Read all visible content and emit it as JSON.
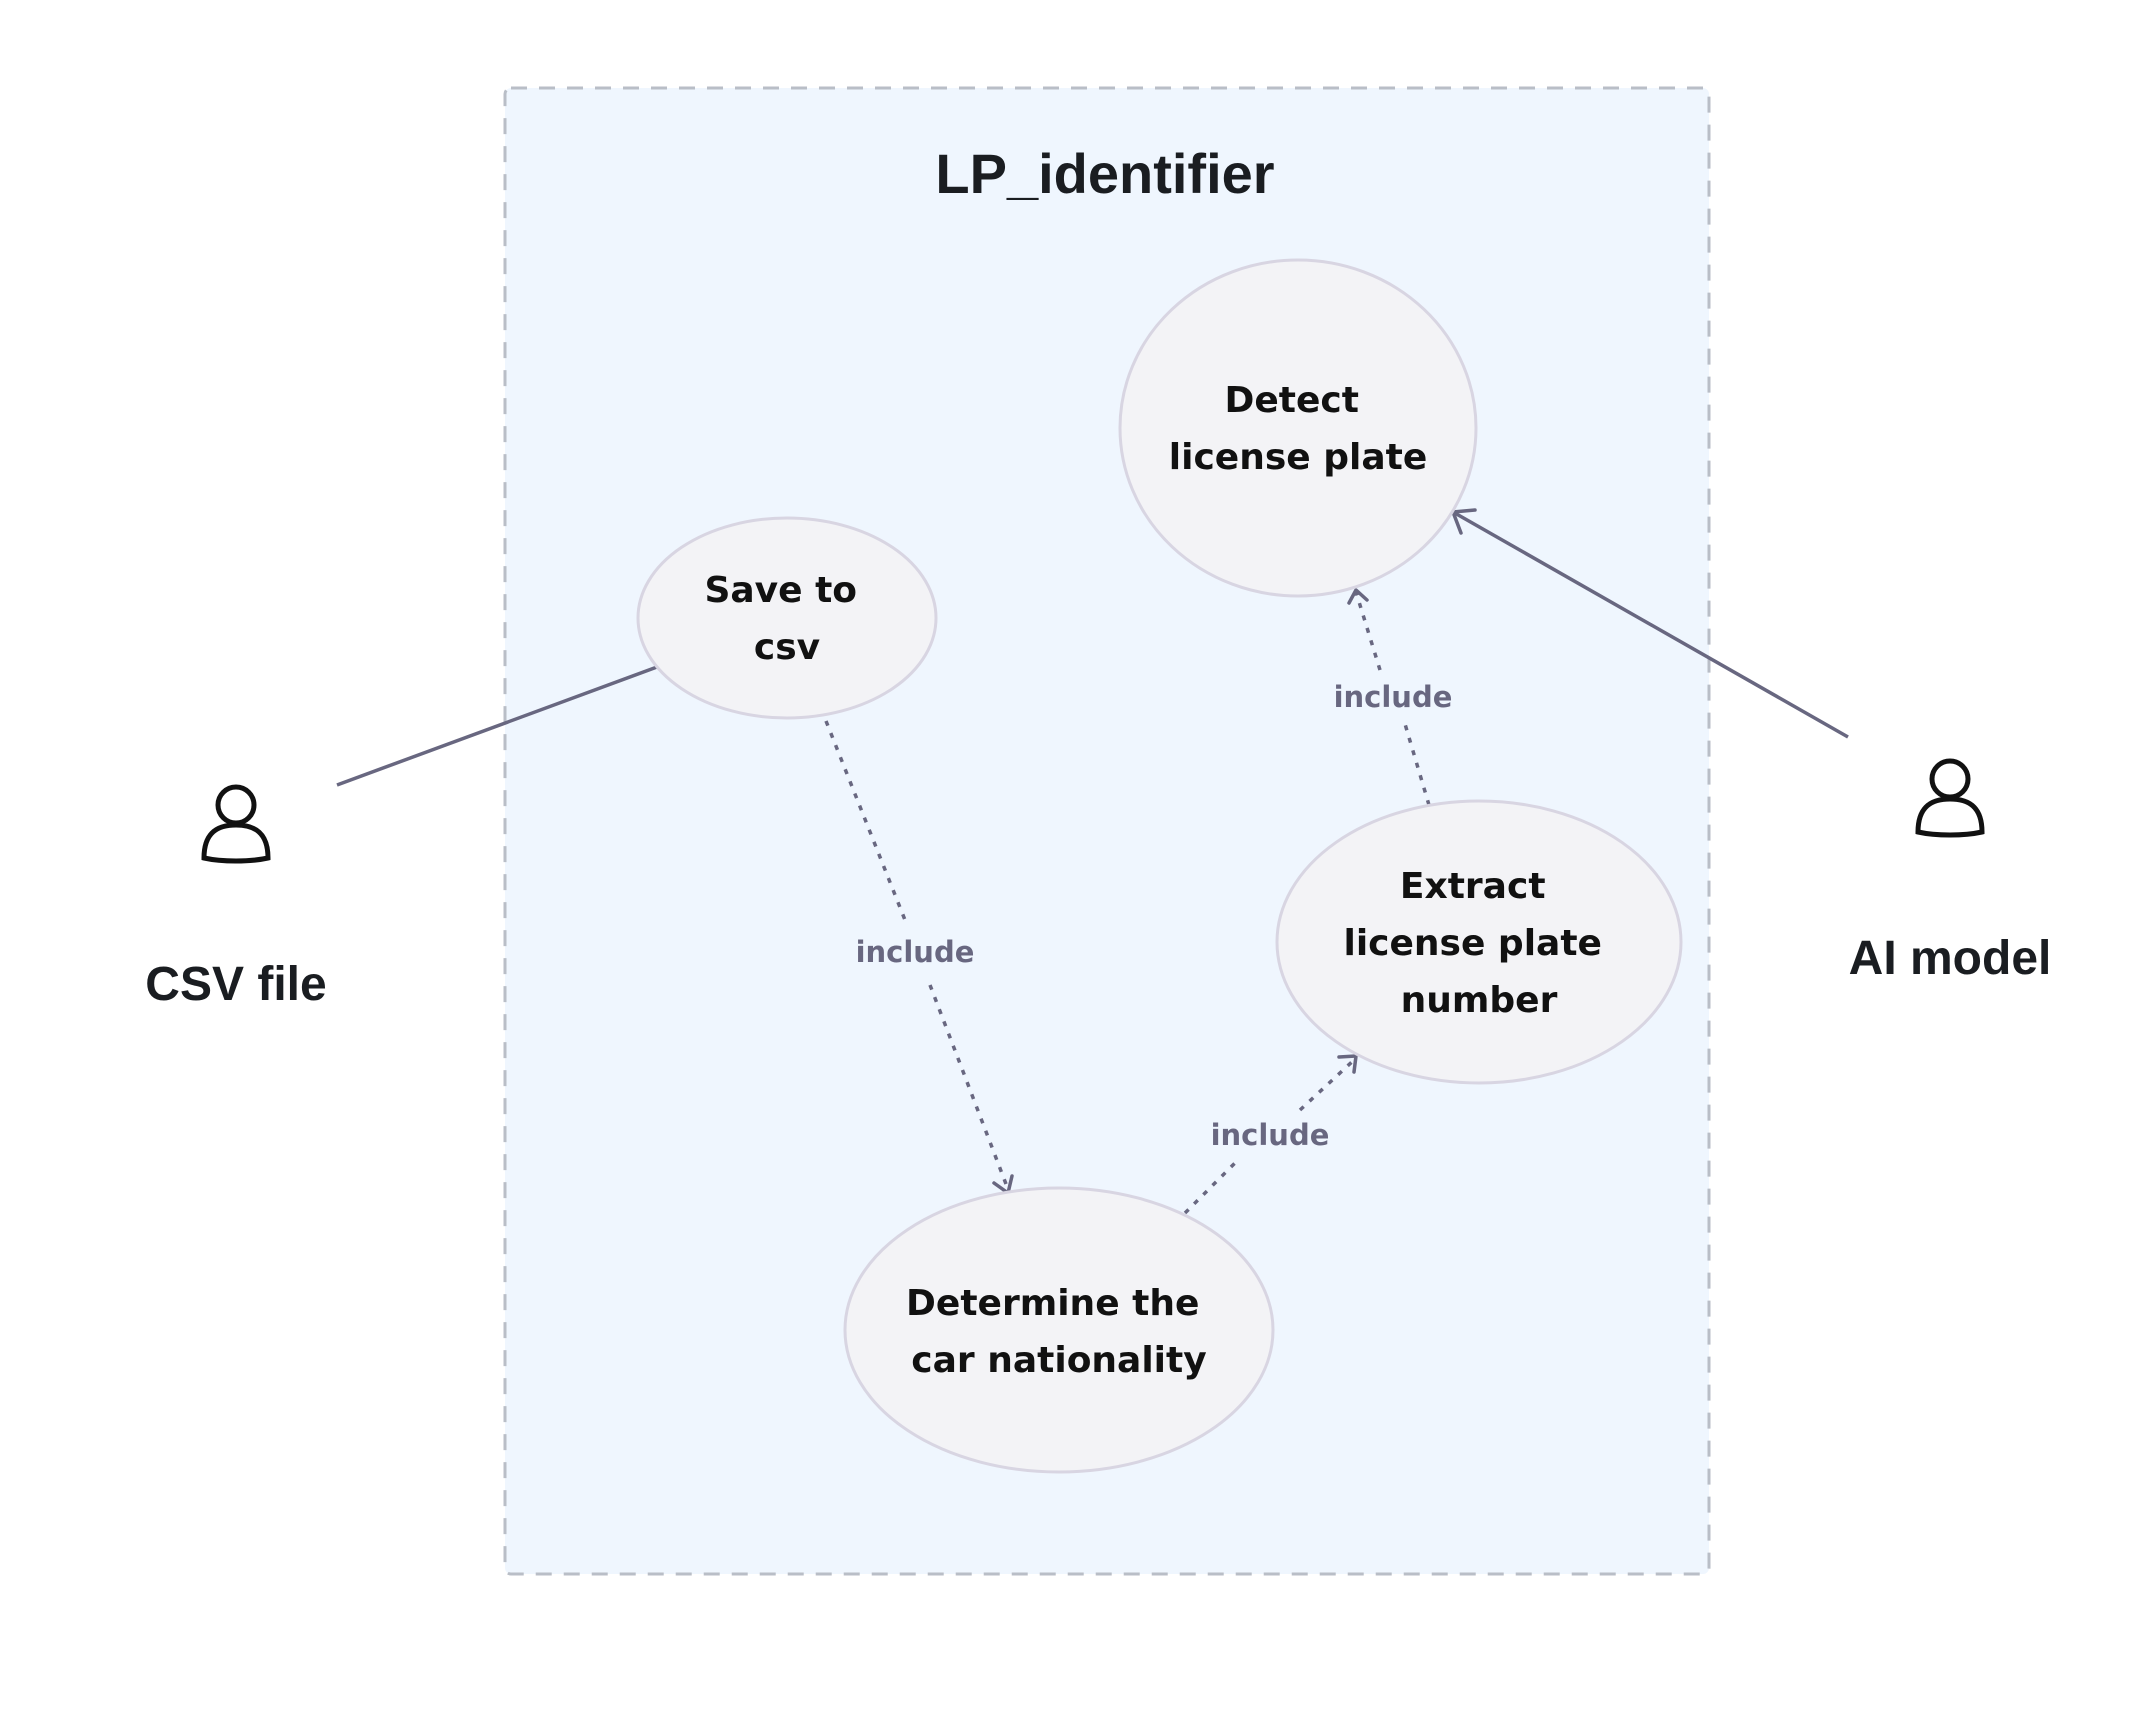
{
  "system": {
    "title": "LP_identifier"
  },
  "use_cases": {
    "detect": [
      "Detect",
      "license plate"
    ],
    "save": [
      "Save to",
      "csv"
    ],
    "extract": [
      "Extract",
      "license plate",
      "number"
    ],
    "determine": [
      "Determine the",
      "car nationality"
    ]
  },
  "actors": {
    "csv": {
      "label": "CSV file",
      "icon": "person-icon"
    },
    "ai": {
      "label": "AI model",
      "icon": "person-icon"
    }
  },
  "relations": {
    "save_to_determine": "include",
    "determine_to_extract": "include",
    "extract_to_detect": "include"
  },
  "colors": {
    "boundary_fill": "#eff6fe",
    "use_case_fill": "#f3f3f6",
    "line": "#686780"
  }
}
